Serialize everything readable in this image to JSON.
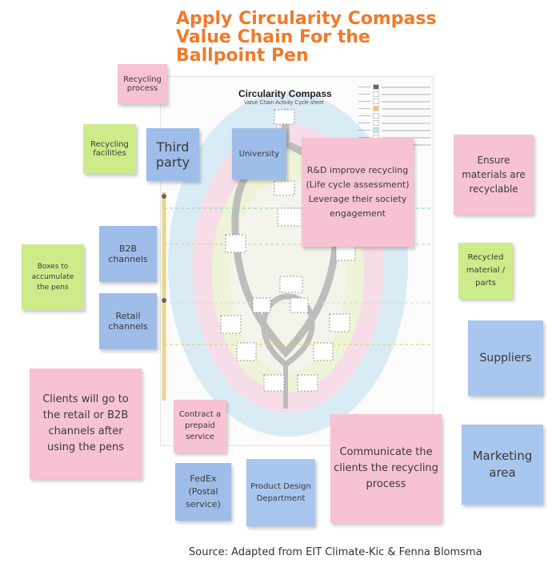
{
  "title": {
    "line1": "Apply Circularity Compass",
    "line2": "Value Chain For the",
    "line3": "Ballpoint Pen"
  },
  "worksheet": {
    "title": "Circularity Compass",
    "subtitle": "Value Chain Activity Cycle sheet"
  },
  "notes": {
    "recycling_process": "Recycling process",
    "recycling_facilities": "Recycling facilities",
    "third_party": "Third party",
    "university": "University",
    "rd_improve": "R&D improve recycling (Life cycle assessment) Leverage their society engagement",
    "ensure_materials": "Ensure materials are recyclable",
    "b2b_channels": "B2B channels",
    "boxes": "Boxes to accumulate the pens",
    "recycled_material": "Recycled material / parts",
    "retail_channels": "Retail channels",
    "suppliers": "Suppliers",
    "clients": "Clients will go to the retail or B2B channels after using the pens",
    "contract": "Contract a prepaid service",
    "communicate": "Communicate the clients the recycling process",
    "marketing": "Marketing area",
    "fedex": "FedEx (Postal service)",
    "product_design": "Product Design Department"
  },
  "colors": {
    "title": "#f07a2a",
    "pink_note": "#f7c3d3",
    "green_note": "#ccec8a",
    "blue_note": "#9fbde9"
  },
  "source": "Source: Adapted from EIT Climate-Kic & Fenna Blomsma"
}
